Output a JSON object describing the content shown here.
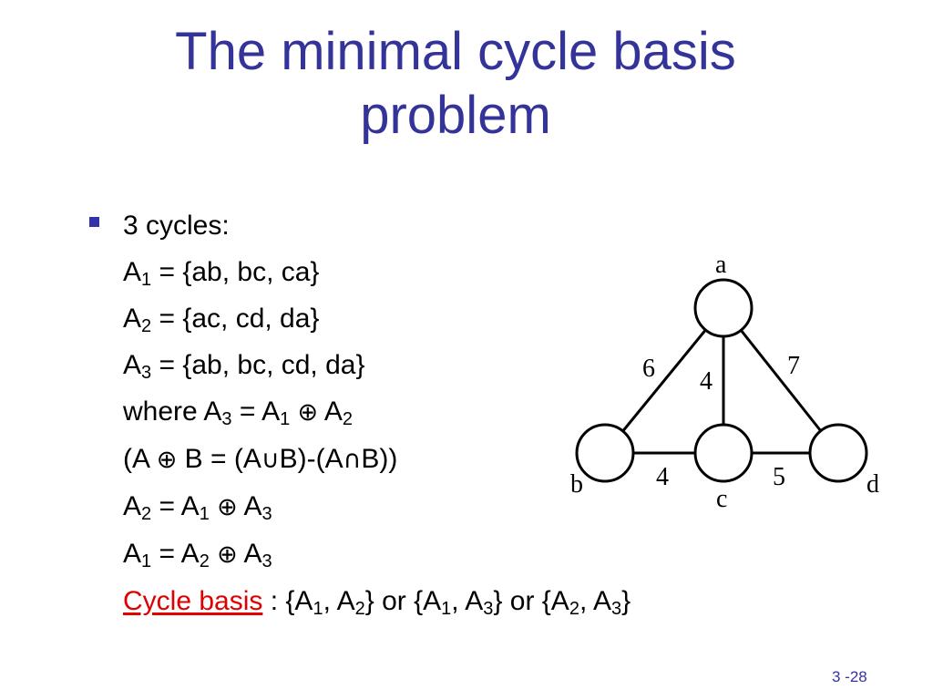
{
  "title": {
    "line1": "The minimal cycle basis",
    "line2": "problem"
  },
  "lines": [
    "3 cycles:",
    "A₁ = {ab, bc, ca}",
    "A₂ = {ac, cd, da}",
    "A₃ = {ab, bc, cd, da}",
    "where A₃ = A₁ ⊕ A₂",
    "(A ⊕ B = (A∪B)-(A∩B))",
    "A₂ = A₁ ⊕ A₃",
    "A₁ = A₂ ⊕ A₃",
    "Cycle basis : {A₁, A₂} or {A₁, A₃} or {A₂, A₃}"
  ],
  "graph": {
    "nodes": {
      "a": "a",
      "b": "b",
      "c": "c",
      "d": "d"
    },
    "edge_weights": {
      "ab": "6",
      "ac": "4",
      "ad": "7",
      "bc": "4",
      "cd": "5"
    }
  },
  "slide_number": "3 -28",
  "colors": {
    "title": "#333399",
    "highlight": "#e00000",
    "bullet": "#3333aa"
  },
  "icons": {
    "bullet": "square-bullet-icon"
  }
}
